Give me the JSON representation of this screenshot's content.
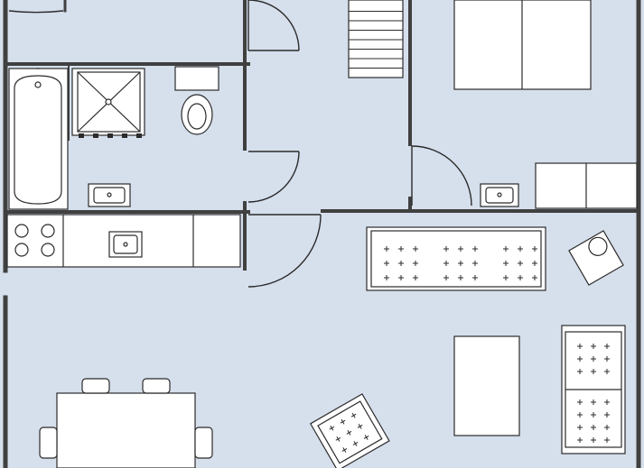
{
  "floorplan": {
    "colors": {
      "floor": "#d6dfec",
      "wall": "#404040",
      "line": "#2b2b2b",
      "fixture": "#ffffff"
    },
    "rooms": [
      "living-room",
      "kitchen",
      "bathroom",
      "hallway",
      "bedroom"
    ],
    "furniture": [
      "sofa",
      "armchair",
      "coffee-table",
      "dining-table",
      "dining-chairs",
      "side-table",
      "double-bed",
      "wardrobe",
      "kitchen-counter",
      "stove",
      "kitchen-sink",
      "bathtub",
      "shower",
      "toilet",
      "washbasins",
      "staircase"
    ]
  }
}
